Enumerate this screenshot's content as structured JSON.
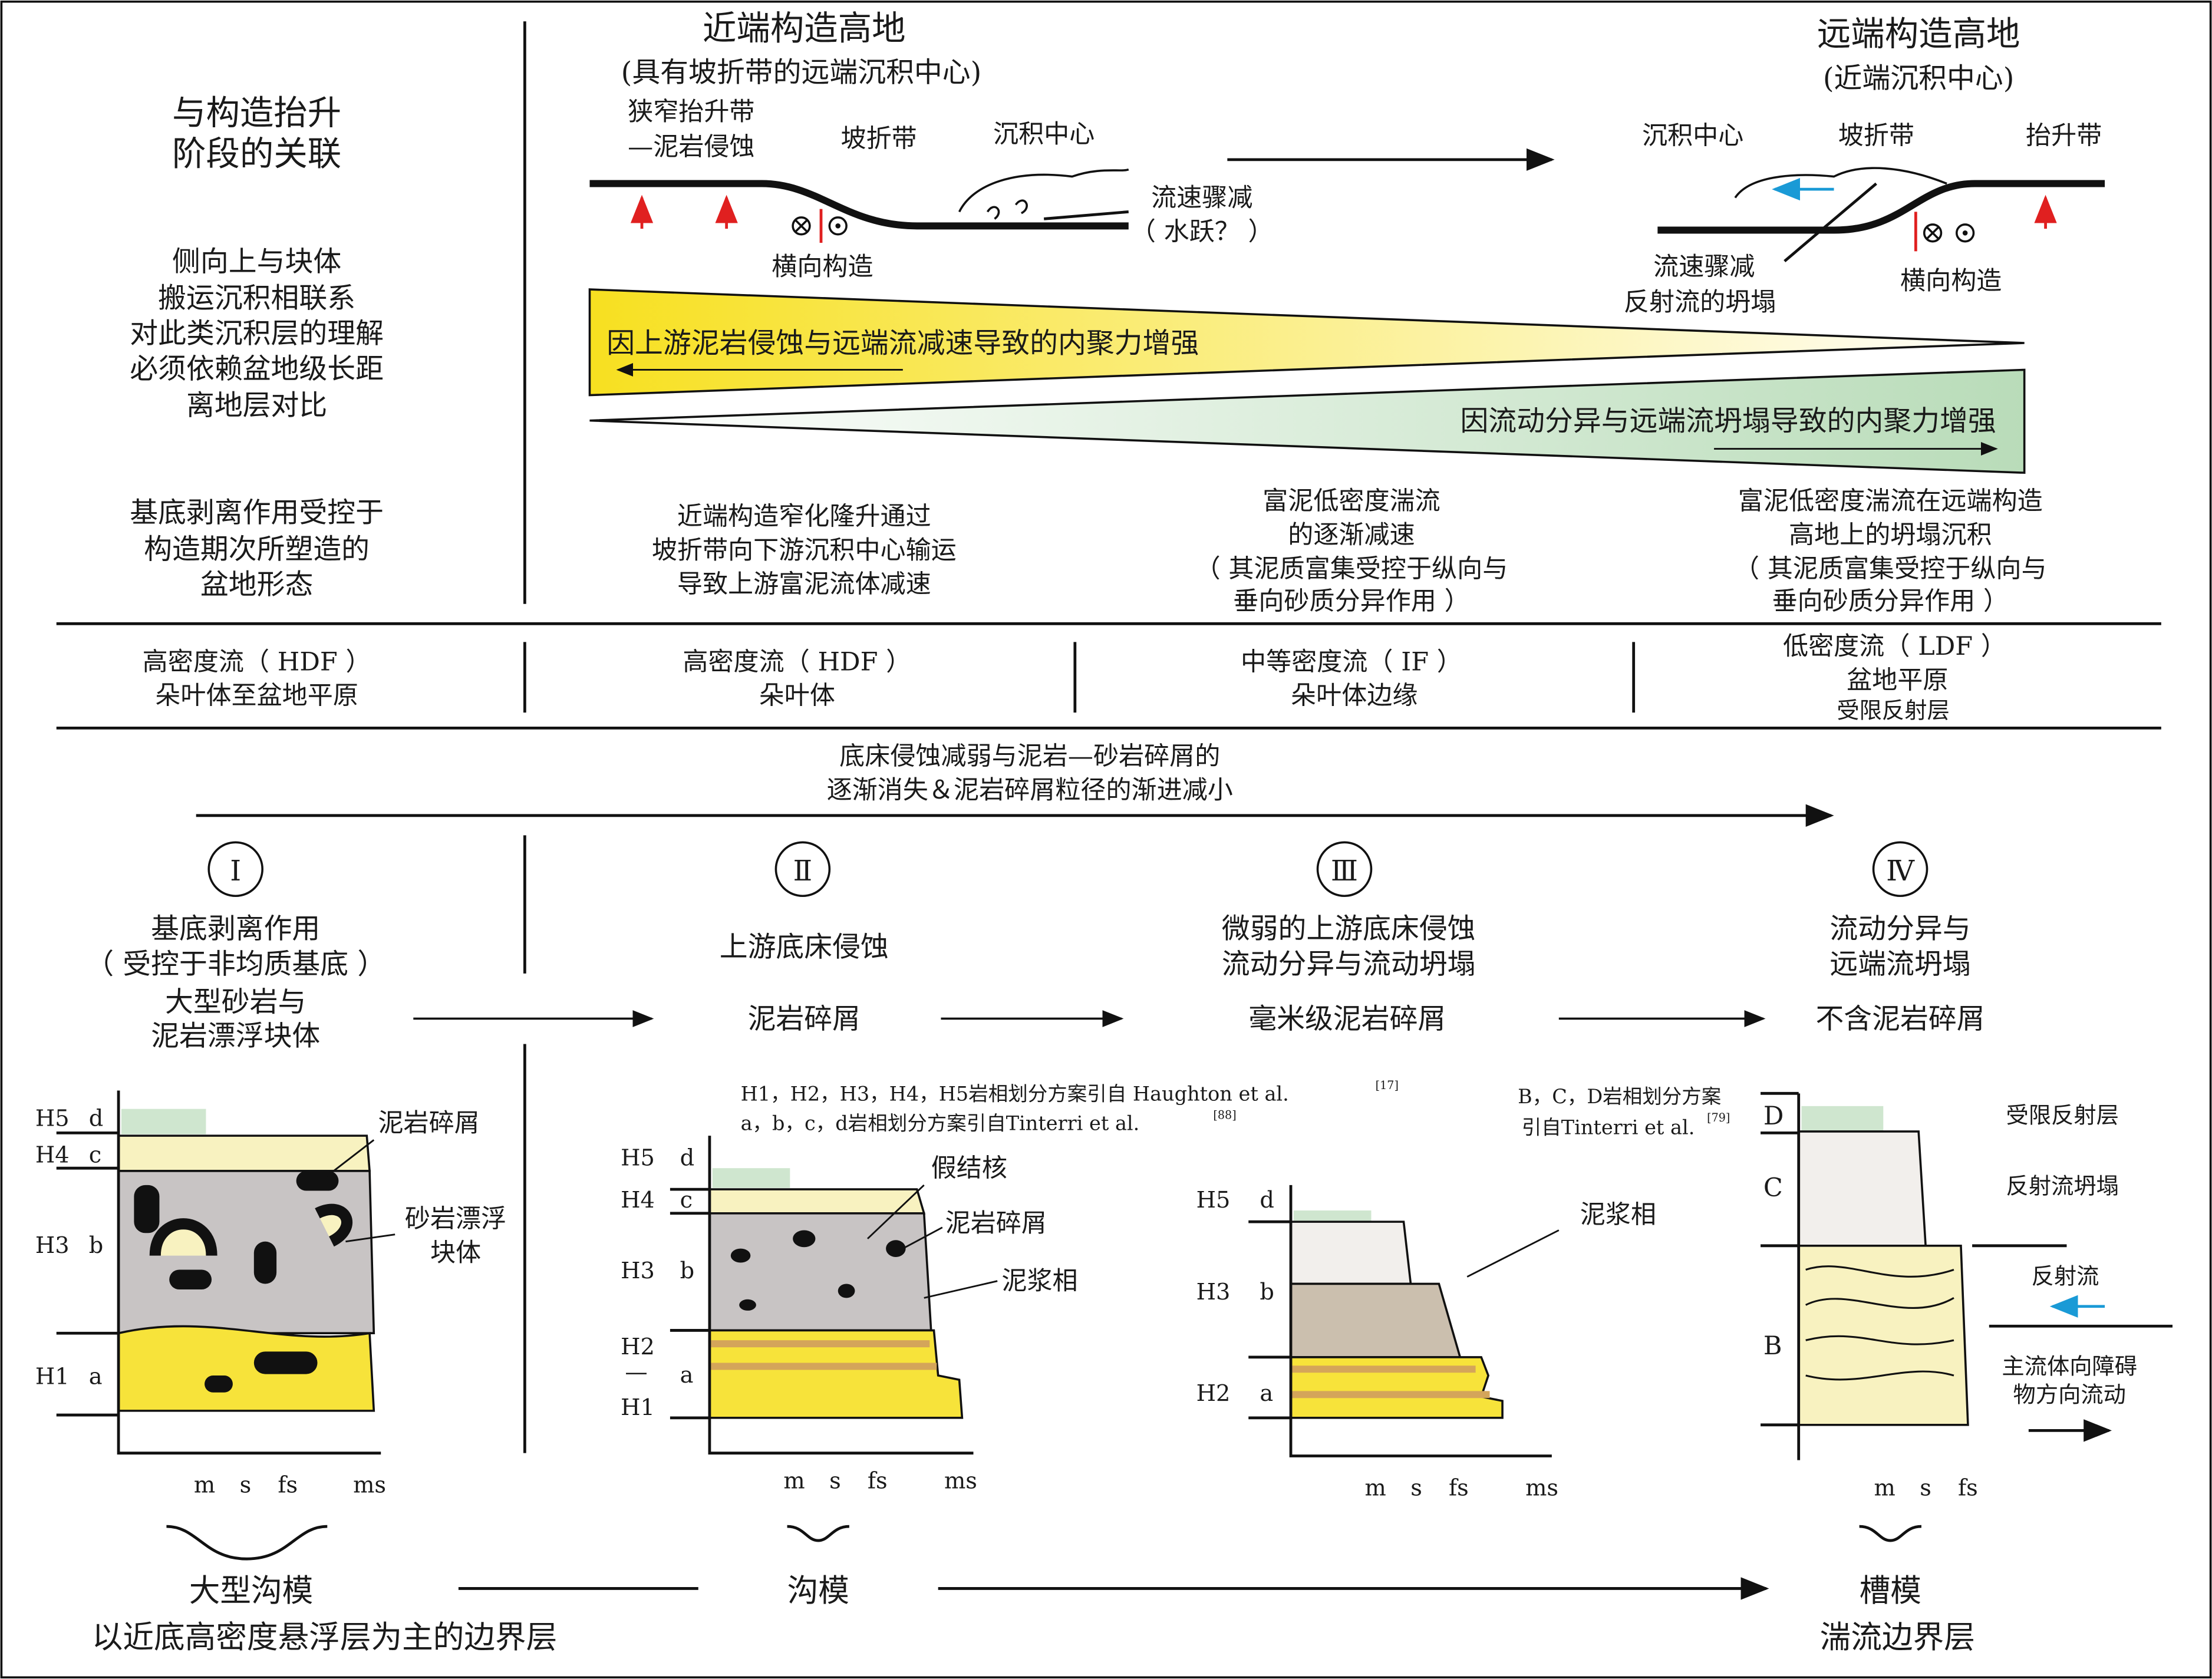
{
  "colors": {
    "yellow": "#f7e33a",
    "green": "#cfe6cf",
    "grey": "#c8c4c4",
    "cream": "#f8f2c0",
    "red": "#e02020",
    "blue": "#1a9ad6",
    "tan": "#d4a55a"
  },
  "left": {
    "title": [
      "与构造抬升",
      "阶段的关联"
    ],
    "lateral": [
      "侧向上与块体",
      "搬运沉积相联系",
      "对此类沉积层的理解",
      "必须依赖盆地级长距",
      "离地层对比"
    ],
    "basal": [
      "基底剥离作用受控于",
      "构造期次所塑造的",
      "盆地形态"
    ]
  },
  "top": {
    "proximal_title": [
      "近端构造高地",
      "(具有坡折带的远端沉积中心)"
    ],
    "distal_title": [
      "远端构造高地",
      "(近端沉积中心)"
    ],
    "prox_labels": {
      "uplift": [
        "狭窄抬升带",
        "—泥岩侵蚀"
      ],
      "slope": "坡折带",
      "depocenter": "沉积中心",
      "decel": [
        "流速骤减",
        "（ 水跃？ ）"
      ],
      "transverse": "横向构造"
    },
    "dist_labels": {
      "depocenter": "沉积中心",
      "slope": "坡折带",
      "uplift": "抬升带",
      "decel": [
        "流速骤减",
        "反射流的坍塌"
      ],
      "transverse": "横向构造"
    },
    "wedge_upper": "因上游泥岩侵蚀与远端流减速导致的内聚力增强",
    "wedge_lower": "因流动分异与远端流坍塌导致的内聚力增强",
    "desc": [
      [
        "近端构造窄化隆升通过",
        "坡折带向下游沉积中心输运",
        "导致上游富泥流体减速"
      ],
      [
        "富泥低密度湍流",
        "的逐渐减速",
        "（ 其泥质富集受控于纵向与",
        "垂向砂质分异作用 ）"
      ],
      [
        "富泥低密度湍流在远端构造",
        "高地上的坍塌沉积",
        "（ 其泥质富集受控于纵向与",
        "垂向砂质分异作用 ）"
      ]
    ]
  },
  "flow_types": [
    [
      "高密度流（ HDF ）",
      "朵叶体至盆地平原"
    ],
    [
      "高密度流（ HDF ）",
      "朵叶体"
    ],
    [
      "中等密度流（ IF ）",
      "朵叶体边缘"
    ],
    [
      "低密度流（ LDF ）",
      "盆地平原",
      "受限反射层"
    ]
  ],
  "trend": [
    "底床侵蚀减弱与泥岩—砂岩碎屑的",
    "逐渐消失＆泥岩碎屑粒径的渐进减小"
  ],
  "stages": [
    {
      "num": "Ⅰ",
      "title": [
        "基底剥离作用",
        "（ 受控于非均质基底 ）"
      ],
      "clast": [
        "大型砂岩与",
        "泥岩漂浮块体"
      ]
    },
    {
      "num": "Ⅱ",
      "title": [
        "上游底床侵蚀"
      ],
      "clast": [
        "泥岩碎屑"
      ]
    },
    {
      "num": "Ⅲ",
      "title": [
        "微弱的上游底床侵蚀",
        "流动分异与流动坍塌"
      ],
      "clast": [
        "毫米级泥岩碎屑"
      ]
    },
    {
      "num": "Ⅳ",
      "title": [
        "流动分异与",
        "远端流坍塌"
      ],
      "clast": [
        "不含泥岩碎屑"
      ]
    }
  ],
  "citations": {
    "h": "H1，H2，H3，H4，H5岩相划分方案引自 Haughton et al.",
    "h_ref": "[17]",
    "abcd": "a，b，c，d岩相划分方案引自Tinterri et al.",
    "abcd_ref": "[88]",
    "bcd": [
      "B，C，D岩相划分方案",
      "引自Tinterri et al."
    ],
    "bcd_ref": "[79]"
  },
  "logs": {
    "col1": {
      "labels": [
        "H5",
        "d",
        "H4",
        "c",
        "H3",
        "b",
        "H1",
        "a"
      ],
      "notes": [
        "泥岩碎屑",
        "砂岩漂浮",
        "块体"
      ]
    },
    "col2": {
      "labels": [
        "H5",
        "d",
        "H4",
        "c",
        "H3",
        "b",
        "H2",
        "—",
        "a",
        "H1"
      ],
      "notes": [
        "假结核",
        "泥岩碎屑",
        "泥浆相"
      ]
    },
    "col3": {
      "labels": [
        "H5",
        "d",
        "H3",
        "b",
        "H2",
        "a"
      ],
      "notes": [
        "泥浆相"
      ]
    },
    "col4": {
      "labels": [
        "D",
        "C",
        "B"
      ],
      "notes": [
        "受限反射层",
        "反射流坍塌",
        "反射流",
        "主流体向障碍",
        "物方向流动"
      ]
    },
    "grain": [
      "m",
      "s",
      "fs",
      "ms"
    ]
  },
  "bottom": {
    "sole1": "大型沟模",
    "sole2": "沟模",
    "sole3": "槽模",
    "layer_left": "以近底高密度悬浮层为主的边界层",
    "layer_right": "湍流边界层"
  }
}
